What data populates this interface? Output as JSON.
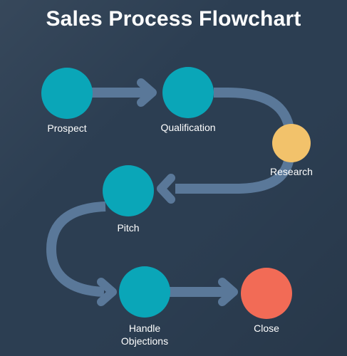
{
  "title": "Sales Process Flowchart",
  "colors": {
    "background": "#2c3e52",
    "connector": "#5a7899",
    "node_teal": "#0aa6b8",
    "node_yellow": "#f2c26b",
    "node_orange": "#f26b56",
    "text": "#ffffff"
  },
  "nodes": [
    {
      "id": "prospect",
      "label": "Prospect",
      "color": "#0aa6b8"
    },
    {
      "id": "qualification",
      "label": "Qualification",
      "color": "#0aa6b8"
    },
    {
      "id": "research",
      "label": "Research",
      "color": "#f2c26b"
    },
    {
      "id": "pitch",
      "label": "Pitch",
      "color": "#0aa6b8"
    },
    {
      "id": "handle-objections",
      "label": "Handle\nObjections",
      "color": "#0aa6b8"
    },
    {
      "id": "close",
      "label": "Close",
      "color": "#f26b56"
    }
  ]
}
